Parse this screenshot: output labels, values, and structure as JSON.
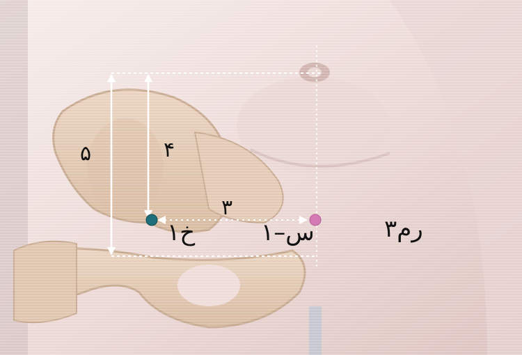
{
  "labels": {
    "n5": "۵",
    "n4": "۴",
    "n3": "۳",
    "point_left": "خ۱",
    "separator": "س–۱",
    "point_right": "رم۳"
  },
  "colors": {
    "point_left": "#1f6f7a",
    "point_right": "#d47bb4",
    "guide_line": "#ffffff"
  }
}
